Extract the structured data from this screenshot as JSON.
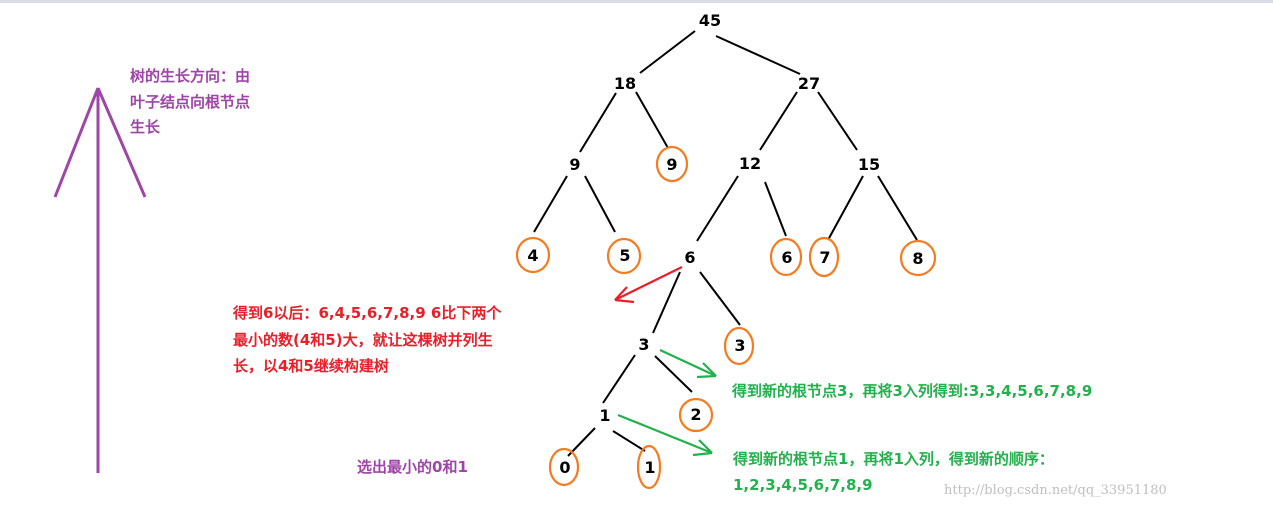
{
  "tree": {
    "n45": "45",
    "n18": "18",
    "n27": "27",
    "n9a": "9",
    "n9b": "9",
    "n12": "12",
    "n15": "15",
    "n4": "4",
    "n5": "5",
    "n6a": "6",
    "n6b": "6",
    "n7": "7",
    "n8": "8",
    "n3a": "3",
    "n3b": "3",
    "n1a": "1",
    "n2": "2",
    "n0": "0",
    "n1b": "1"
  },
  "notes": {
    "growth_line1": "树的生长方向：由",
    "growth_line2": "叶子结点向根节点",
    "growth_line3": "生长",
    "red_line1": "得到6以后：6,4,5,6,7,8,9   6比下两个",
    "red_line2": "最小的数(4和5)大，就让这棵树并列生",
    "red_line3": "长，以4和5继续构建树",
    "green1": "得到新的根节点3，再将3入列得到:3,3,4,5,6,7,8,9",
    "green2_line1": "得到新的根节点1，再将1入列，得到新的顺序：",
    "green2_line2": "1,2,3,4,5,6,7,8,9",
    "select_min": "选出最小的0和1"
  },
  "watermark": "http://blog.csdn.net/qq_33951180",
  "colors": {
    "purple": "#a045a8",
    "red": "#e8202a",
    "green": "#22b14c",
    "orange": "#f47b20"
  }
}
